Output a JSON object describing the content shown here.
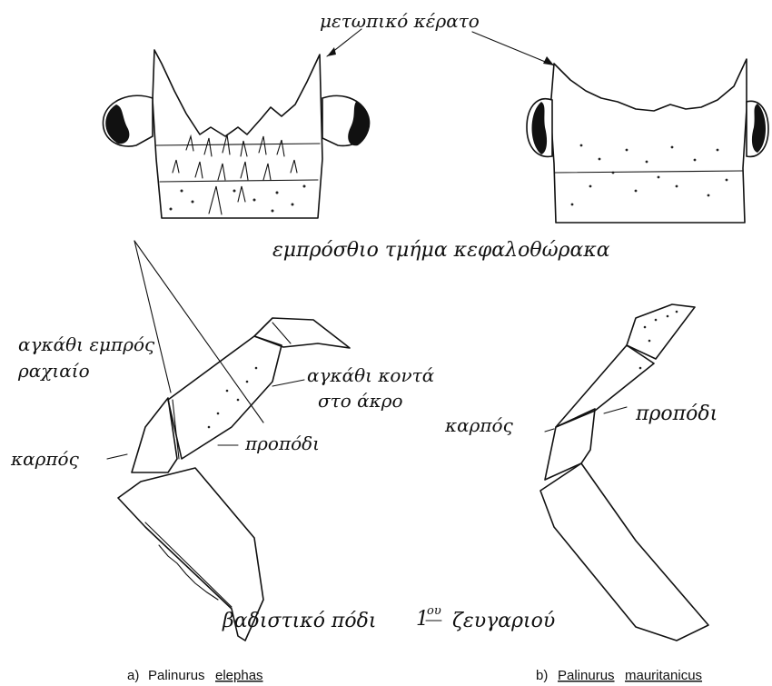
{
  "labels": {
    "frontal_horn": "μετωπικό κέρατο",
    "cephalothorax_front": "εμπρόσθιο τμήμα κεφαλοθώρακα",
    "dorsal_front_spine": "αγκάθι εμπρός",
    "dorsal_spine_rest": "ραχιαίο",
    "near_tip_spine_1": "αγκάθι κοντά",
    "near_tip_spine_2": "στο άκρο",
    "propodus_a": "προπόδι",
    "carpus_a": "καρπός",
    "carpus_b": "καρπός",
    "propodus_b": "προπόδι",
    "walking_leg": "βαδιστικό πόδι",
    "pair_number": "1",
    "pair_superscript": "ου",
    "pair_word": "ζευγαριού"
  },
  "captions": {
    "a_prefix": "a)",
    "a_genus": "Palinurus",
    "a_species": "elephas",
    "b_prefix": "b)",
    "b_genus": "Palinurus",
    "b_species": "mauritanicus"
  }
}
